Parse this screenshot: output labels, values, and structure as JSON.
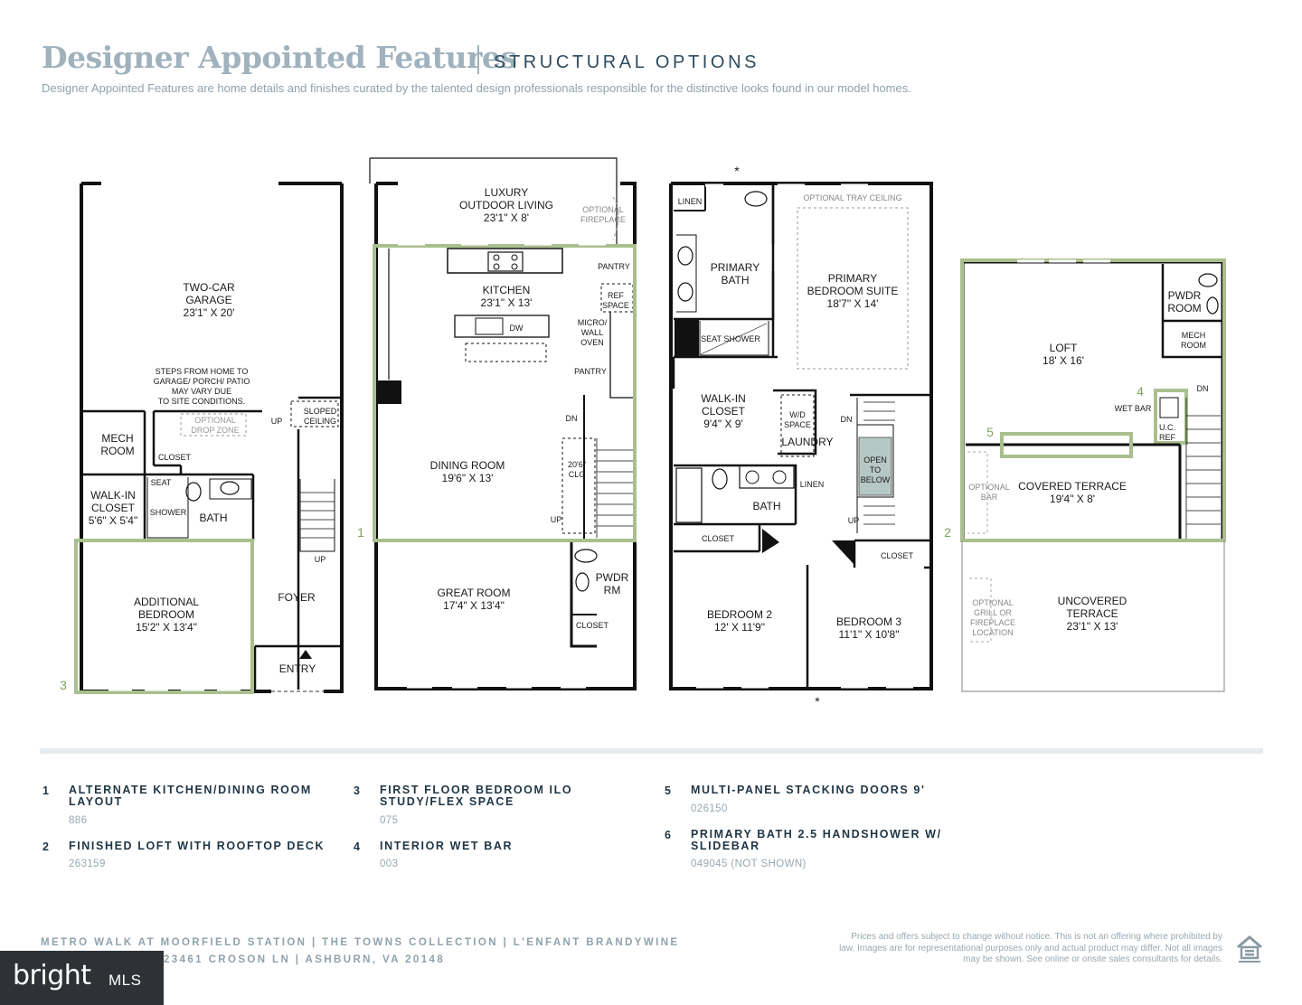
{
  "header": {
    "title": "Designer Appointed Features",
    "section": "STRUCTURAL OPTIONS",
    "tagline": "Designer Appointed Features are home details and finishes curated by the talented design professionals responsible for the distinctive looks found in our model homes."
  },
  "plan_labels": {
    "garage": "TWO-CAR",
    "garage2": "GARAGE",
    "garage_dim": "23'1\" X 20'",
    "steps1": "STEPS FROM HOME TO",
    "steps2": "GARAGE/ PORCH/ PATIO",
    "steps3": "MAY VARY DUE",
    "steps4": "TO SITE CONDITIONS.",
    "sloped1": "SLOPED",
    "sloped2": "CEILING",
    "up": "UP",
    "dn": "DN",
    "mech1": "MECH",
    "mech2": "ROOM",
    "drop1": "OPTIONAL",
    "drop2": "DROP ZONE",
    "closet": "CLOSET",
    "walkin1": "WALK-IN",
    "walkin2": "CLOSET",
    "walkin_dim": "5'6\" X 5'4\"",
    "seat": "SEAT",
    "shower": "SHOWER",
    "bath": "BATH",
    "addl1": "ADDITIONAL",
    "addl2": "BEDROOM",
    "addl_dim": "15'2\" X 13'4\"",
    "foyer": "FOYER",
    "entry": "ENTRY",
    "outdoor1": "LUXURY",
    "outdoor2": "OUTDOOR LIVING",
    "outdoor_dim": "23'1\" X 8'",
    "fireplace1": "OPTIONAL",
    "fireplace2": "FIREPLACE",
    "pantry": "PANTRY",
    "kitchen": "KITCHEN",
    "kitchen_dim": "23'1\" X 13'",
    "ref1": "REF",
    "ref2": "SPACE",
    "dw": "DW",
    "micro1": "MICRO/",
    "micro2": "WALL",
    "micro3": "OVEN",
    "dining": "DINING ROOM",
    "dining_dim": "19'6\" X 13'",
    "clg1": "20'6\"",
    "clg2": "CLG",
    "great": "GREAT ROOM",
    "great_dim": "17'4\" X 13'4\"",
    "pwdr1": "PWDR",
    "pwdr2": "RM",
    "linen": "LINEN",
    "pbath1": "PRIMARY",
    "pbath2": "BATH",
    "tray": "OPTIONAL TRAY CEILING",
    "suite1": "PRIMARY",
    "suite2": "BEDROOM SUITE",
    "suite_dim": "18'7\" X 14'",
    "seatshower": "SEAT SHOWER",
    "walkin_closet_dim": "9'4\" X 9'",
    "wd1": "W/D",
    "wd2": "SPACE",
    "laundry": "LAUNDRY",
    "open1": "OPEN",
    "open2": "TO",
    "open3": "BELOW",
    "bed2": "BEDROOM 2",
    "bed2_dim": "12' X 11'9\"",
    "bed3": "BEDROOM 3",
    "bed3_dim": "11'1\" X 10'8\"",
    "loft": "LOFT",
    "loft_dim": "18' X 16'",
    "pwdr_room1": "PWDR",
    "pwdr_room2": "ROOM",
    "wetbar": "WET BAR",
    "uc1": "U.C.",
    "uc2": "REF",
    "optbar1": "OPTIONAL",
    "optbar2": "BAR",
    "covered": "COVERED TERRACE",
    "covered_dim": "19'4\" X 8'",
    "uncovered1": "UNCOVERED",
    "uncovered2": "TERRACE",
    "uncovered_dim": "23'1\" X 13'",
    "grill1": "OPTIONAL",
    "grill2": "GRILL OR",
    "grill3": "FIREPLACE",
    "grill4": "LOCATION",
    "asterisk": "*",
    "marker1": "1",
    "marker2": "2",
    "marker3": "3",
    "marker4": "4",
    "marker5": "5"
  },
  "options": [
    {
      "num": "1",
      "label": "ALTERNATE KITCHEN/DINING ROOM LAYOUT",
      "code": "886"
    },
    {
      "num": "2",
      "label": "FINISHED LOFT WITH ROOFTOP DECK",
      "code": "263159"
    },
    {
      "num": "3",
      "label": "FIRST FLOOR BEDROOM ILO STUDY/FLEX SPACE",
      "code": "075"
    },
    {
      "num": "4",
      "label": "INTERIOR WET BAR",
      "code": "003"
    },
    {
      "num": "5",
      "label": "MULTI-PANEL STACKING DOORS 9'",
      "code": "026150"
    },
    {
      "num": "6",
      "label": "PRIMARY BATH 2.5 HANDSHOWER W/ SLIDEBAR",
      "code": "049045 (NOT SHOWN)"
    }
  ],
  "footer": {
    "community": "METRO WALK AT MOORFIELD STATION  |  THE TOWNS COLLECTION  |  L'ENFANT BRANDYWINE",
    "address": "23461 CROSON LN  |  ASHBURN, VA 20148",
    "legal": "Prices and offers subject to change without notice. This is not an offering where prohibited by law. Images are for representational purposes only and actual product may differ. Not all images may be shown. See online or onsite sales consultants for details.",
    "watermark_brand": "bright",
    "watermark_mls": "MLS"
  },
  "colors": {
    "highlight": "#a9bf8e",
    "wall": "#111111",
    "title": "#9fb2bd",
    "accent_text": "#2d4b5e"
  }
}
